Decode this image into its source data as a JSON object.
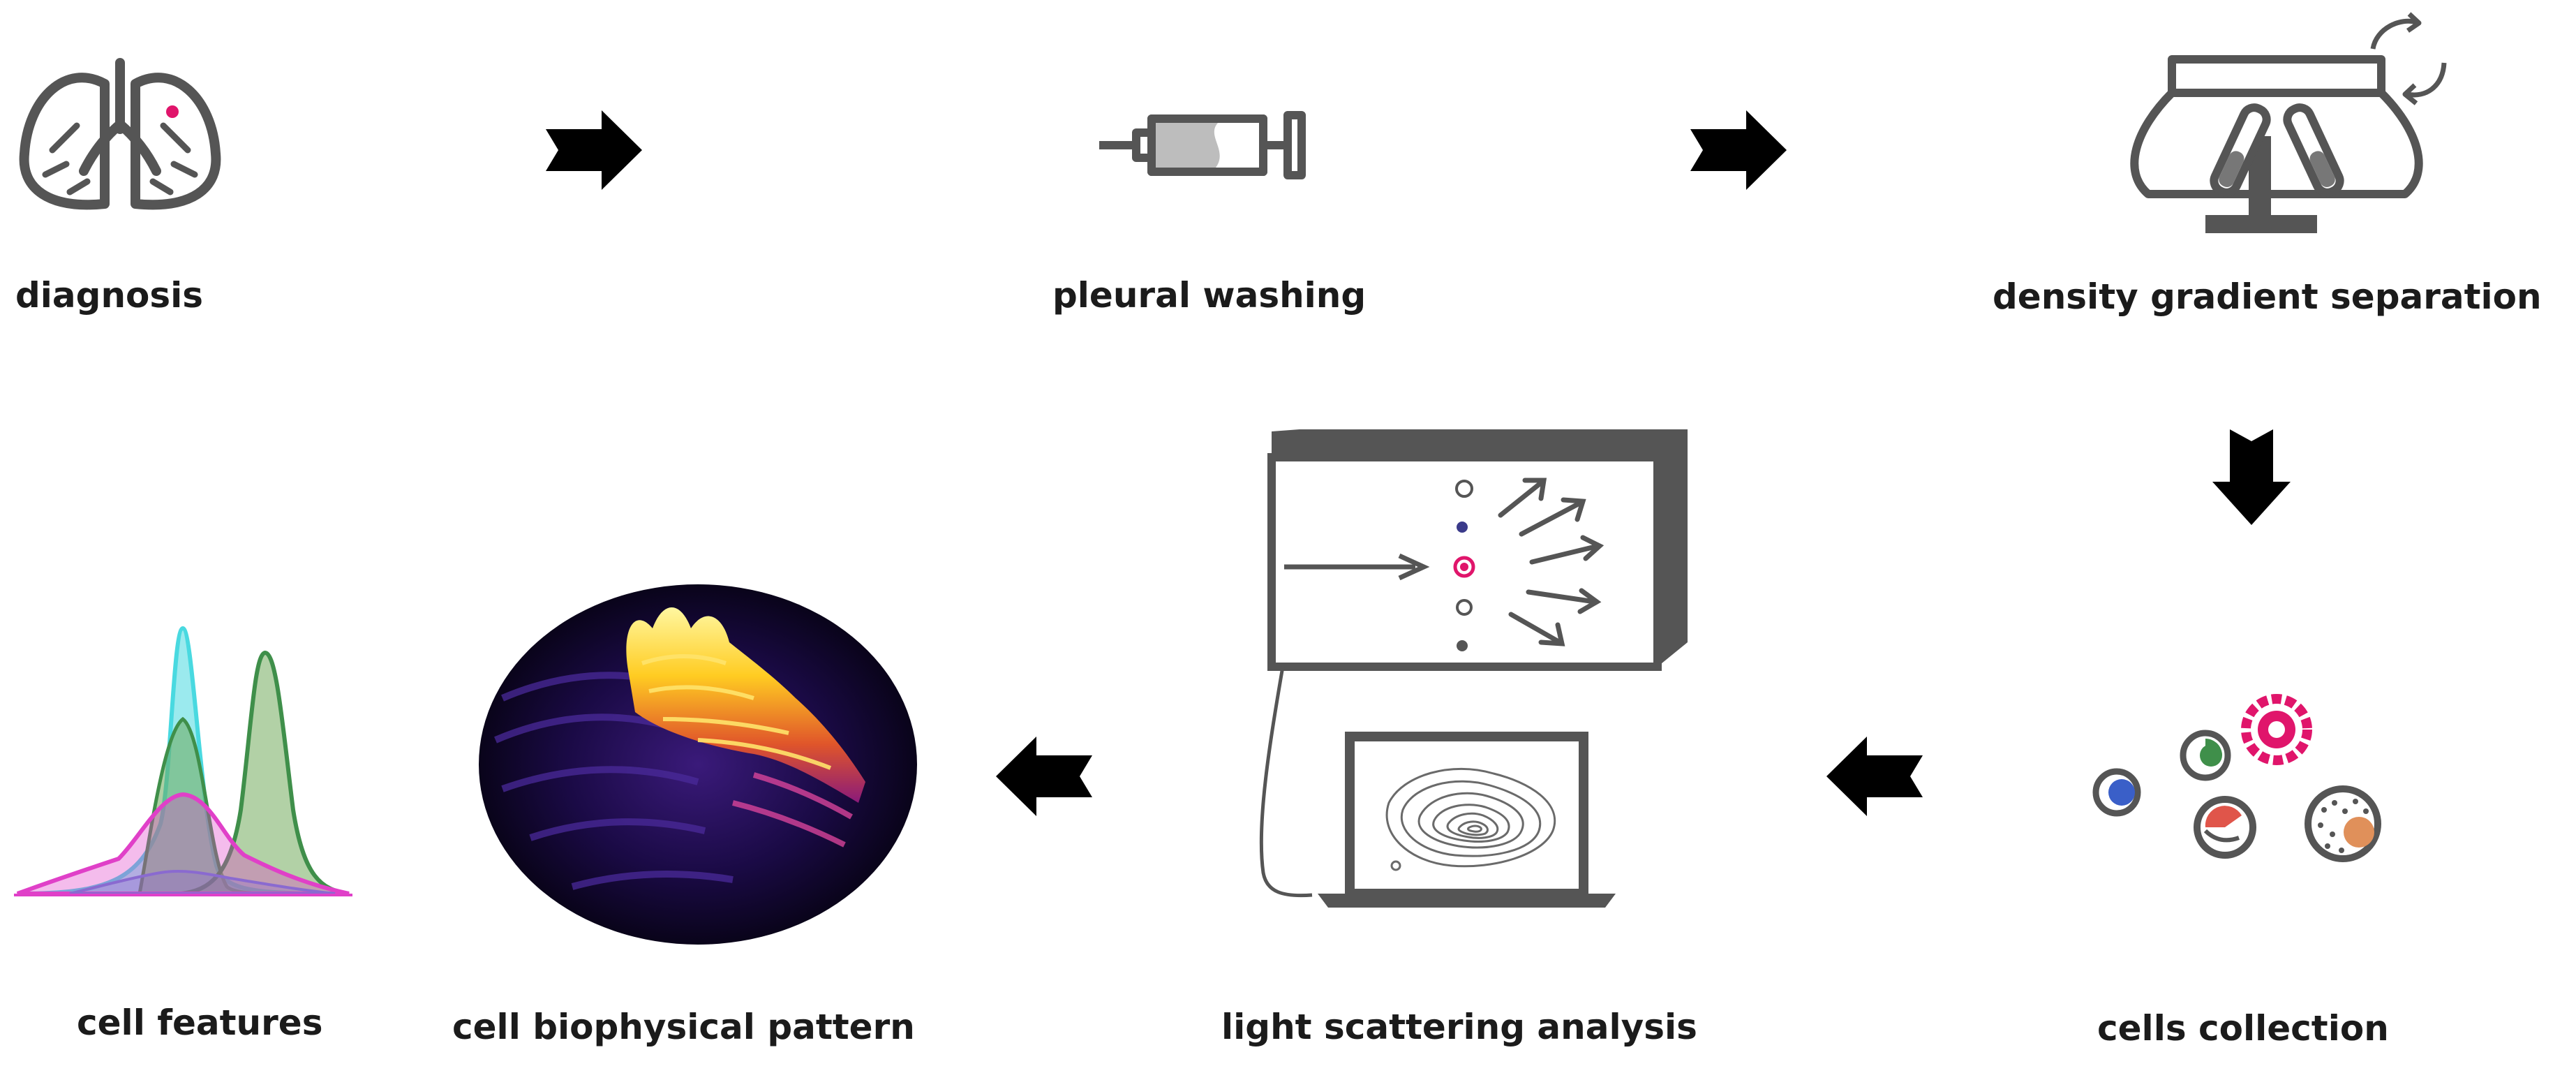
{
  "steps": {
    "diagnosis": "diagnosis",
    "pleural_washing": "pleural washing",
    "density_gradient_separation": "density gradient separation",
    "cells_collection": "cells collection",
    "light_scattering_analysis": "light scattering analysis",
    "cell_biophysical_pattern": "cell biophysical pattern",
    "cell_features": "cell features"
  },
  "icons": {
    "diagnosis": "lungs-icon",
    "pleural_washing": "syringe-icon",
    "density_gradient_separation": "centrifuge-icon",
    "cells_collection": "cells-icon",
    "light_scattering_analysis": "light-scattering-instrument-icon",
    "cell_biophysical_pattern": "scattering-pattern-3d-image",
    "cell_features": "feature-distributions-icon"
  },
  "colors": {
    "ink": "#555555",
    "arrow": "#000000",
    "highlight": "#e0156b",
    "cyan": "#49d9e0",
    "green": "#5a9a4c",
    "magenta": "#e040c8",
    "violet": "#8a6ad0"
  }
}
